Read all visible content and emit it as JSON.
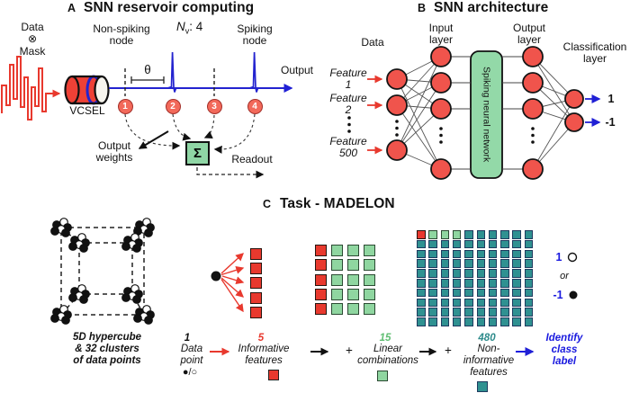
{
  "colors": {
    "red": "#e8392e",
    "salmon_node": "#f0544c",
    "signal_blue": "#2323cf",
    "label_blue": "#1a1adf",
    "green_box": "#93d9a8",
    "green_square": "#8fd6a0",
    "teal_square": "#2f9191",
    "green_text": "#5fbe72",
    "teal_text": "#2e8b8b"
  },
  "panel_a": {
    "label": "A",
    "title": "SNN reservoir computing",
    "data_mask": "Data\n⊗\nMask",
    "vcsel": "VCSEL",
    "non_spiking": "Non-spiking\nnode",
    "nv_n": "N",
    "nv_sub": "v",
    "nv_rest": ": 4",
    "spiking": "Spiking\nnode",
    "theta": "θ",
    "output": "Output",
    "nodes": [
      "1",
      "2",
      "3",
      "4"
    ],
    "output_weights": "Output\nweights",
    "sum": "Σ",
    "readout": "Readout"
  },
  "panel_b": {
    "label": "B",
    "title": "SNN architecture",
    "data": "Data",
    "input_layer": "Input\nlayer",
    "output_layer": "Output\nlayer",
    "classification_layer": "Classification\nlayer",
    "snn_box": "Spiking neural network",
    "features": [
      "Feature\n1",
      "Feature\n2",
      "Feature\n500"
    ],
    "outputs": [
      "1",
      "-1"
    ]
  },
  "panel_c": {
    "label": "C",
    "title": "Task - MADELON",
    "hypercube_caption": "5D hypercube\n& 32 clusters\nof data points",
    "class_pos": "1",
    "class_or": "or",
    "class_neg": "-1",
    "identify": "Identify\nclass\nlabel",
    "legend": [
      {
        "count": "1",
        "text": "Data\npoint",
        "marker_text": "●/○"
      },
      {
        "count": "5",
        "text": "Informative\nfeatures"
      },
      {
        "prefix": "+",
        "count": "15",
        "text": "Linear\ncombinations"
      },
      {
        "prefix": "+",
        "count": "480",
        "text": "Non-\ninformative\nfeatures"
      }
    ],
    "grids": {
      "informative_column": {
        "rows": 5,
        "cols": 1,
        "color": "red"
      },
      "mid_grid": {
        "rows": 5,
        "cols": 4,
        "col_colors": [
          "red",
          "green",
          "green",
          "green"
        ]
      },
      "big_grid": {
        "rows": 10,
        "cols": 10,
        "first_row": [
          "red",
          "green",
          "green",
          "green",
          "teal",
          "teal",
          "teal",
          "teal",
          "teal",
          "teal"
        ],
        "default_color": "teal"
      }
    }
  }
}
